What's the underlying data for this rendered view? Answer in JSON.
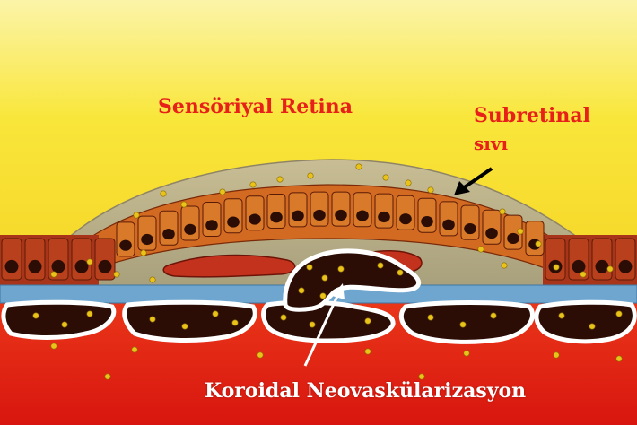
{
  "labels": {
    "retina": "Sensöriyal Retina",
    "subretinal_line1": "Subretinal",
    "subretinal_line2": "sıvı",
    "cnv": "Koroidal Neovaskülarizasyon"
  },
  "colors": {
    "retina_background": "#f7e022",
    "retina_label": "#e8201a",
    "fluid": "#b7ad8c",
    "rpe_cells": "#c8501a",
    "bruch_membrane": "#6fa6cf",
    "choroid": "#e3231a",
    "vessel_lumen": "#2b0d06",
    "vessel_wall": "#ffffff",
    "cnv_label": "#ffffff"
  },
  "icons": {
    "subretinal_pointer": "black-arrow-icon",
    "cnv_pointer": "white-arrow-icon"
  }
}
